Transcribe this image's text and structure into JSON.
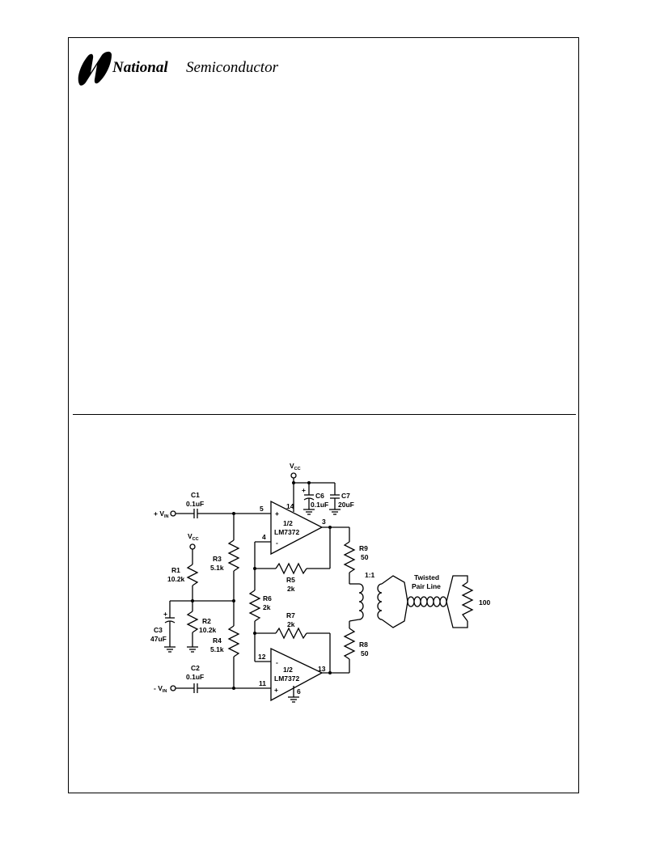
{
  "header": {
    "brand_bold": "National",
    "brand_light": "Semiconductor",
    "logo_icon": "national-semiconductor-logo-icon"
  },
  "schematic": {
    "inputs": {
      "pos_prefix": "+ V",
      "neg_prefix": "- V",
      "sub": "IN"
    },
    "supply": {
      "name": "V",
      "sub": "CC"
    },
    "opamps": {
      "top": {
        "line1": "1/2",
        "line2": "LM7372",
        "pins": [
          "5",
          "4",
          "3",
          "14"
        ],
        "plus": "+",
        "minus": "-"
      },
      "bottom": {
        "line1": "1/2",
        "line2": "LM7372",
        "pins": [
          "12",
          "11",
          "13",
          "6"
        ],
        "plus": "+",
        "minus": "-"
      }
    },
    "components": {
      "C1": {
        "name": "C1",
        "value": "0.1uF"
      },
      "C2": {
        "name": "C2",
        "value": "0.1uF"
      },
      "C3": {
        "name": "C3",
        "value": "47uF"
      },
      "C6": {
        "name": "C6",
        "value": "0.1uF"
      },
      "C7": {
        "name": "C7",
        "value": "20uF"
      },
      "R1": {
        "name": "R1",
        "value": "10.2k"
      },
      "R2": {
        "name": "R2",
        "value": "10.2k"
      },
      "R3": {
        "name": "R3",
        "value": "5.1k"
      },
      "R4": {
        "name": "R4",
        "value": "5.1k"
      },
      "R5": {
        "name": "R5",
        "value": "2k"
      },
      "R6": {
        "name": "R6",
        "value": "2k"
      },
      "R7": {
        "name": "R7",
        "value": "2k"
      },
      "R8": {
        "name": "R8",
        "value": "50"
      },
      "R9": {
        "name": "R9",
        "value": "50"
      },
      "load": {
        "value": "100"
      }
    },
    "polarity_plus": "+",
    "transformer_ratio": "1:1",
    "twisted_pair": {
      "line1": "Twisted",
      "line2": "Pair Line"
    }
  }
}
